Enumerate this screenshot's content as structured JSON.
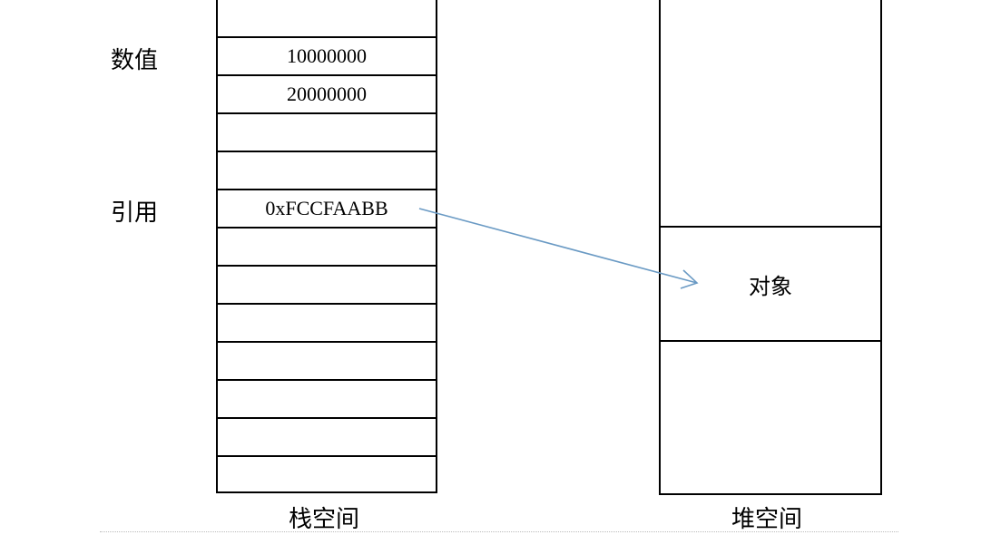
{
  "left_labels": {
    "value": "数值",
    "reference": "引用"
  },
  "stack": {
    "title": "栈空间",
    "cells": [
      "",
      "10000000",
      "20000000",
      "",
      "",
      "0xFCCFAABB",
      "",
      "",
      "",
      "",
      "",
      "",
      ""
    ]
  },
  "heap": {
    "title": "堆空间",
    "object_label": "对象"
  },
  "colors": {
    "arrow": "#6a9ac4",
    "lines": "#000000"
  }
}
